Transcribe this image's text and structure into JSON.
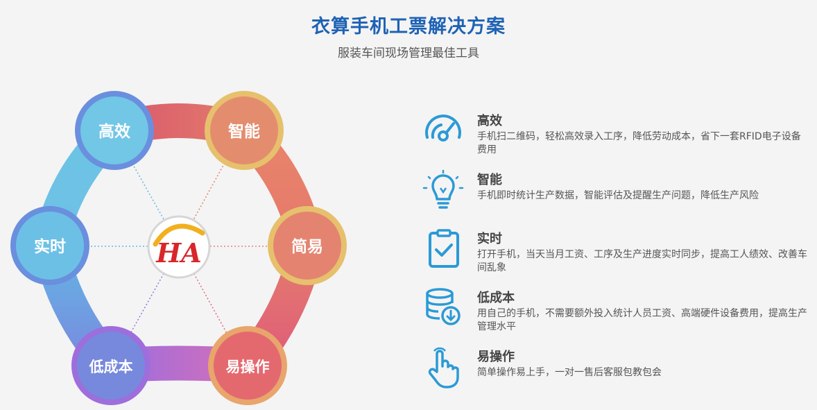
{
  "header": {
    "title": "衣算手机工票解决方案",
    "subtitle": "服装车间现场管理最佳工具"
  },
  "hexagon": {
    "nodes": [
      {
        "label": "高效",
        "color": "#6fc6e6"
      },
      {
        "label": "智能",
        "color": "#e4886f"
      },
      {
        "label": "简易",
        "color": "#e37f6c"
      },
      {
        "label": "易操作",
        "color": "#e46f72"
      },
      {
        "label": "低成本",
        "color": "#7a8bd9"
      },
      {
        "label": "实时",
        "color": "#67bde6"
      }
    ],
    "logo_text": "HA"
  },
  "features": [
    {
      "title": "高效",
      "desc": "手机扫二维码，轻松高效录入工序，降低劳动成本，省下一套RFID电子设备费用",
      "icon": "gauge-icon"
    },
    {
      "title": "智能",
      "desc": "手机即时统计生产数据，智能评估及提醒生产问题，降低生产风险",
      "icon": "lightbulb-icon"
    },
    {
      "title": "实时",
      "desc": "打开手机，当天当月工资、工序及生产进度实时同步，提高工人绩效、改善车间乱象",
      "icon": "clipboard-check-icon"
    },
    {
      "title": "低成本",
      "desc": "用自己的手机，不需要额外投入统计人员工资、高端硬件设备费用，提高生产管理水平",
      "icon": "database-download-icon"
    },
    {
      "title": "易操作",
      "desc": "简单操作易上手，一对一售后客服包教包会",
      "icon": "hand-tap-icon"
    }
  ],
  "colors": {
    "title": "#1e62b4",
    "icon": "#2b9ad6"
  }
}
